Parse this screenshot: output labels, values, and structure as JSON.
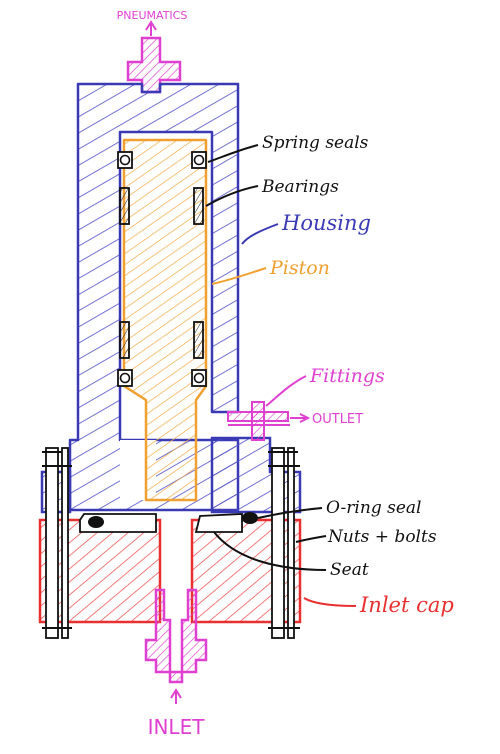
{
  "colors": {
    "housing": "#3a3ab4",
    "piston": "#f0a030",
    "pneumatic": "#e040d0",
    "inlet_cap": "#e83030",
    "ink": "#111111",
    "hatch_housing": "#5050c8",
    "hatch_piston": "#f4b050",
    "hatch_inlet": "#ee5050"
  },
  "labels": {
    "pneumatics": "PNEUMATICS",
    "spring_seals": "Spring seals",
    "bearings": "Bearings",
    "housing": "Housing",
    "piston": "Piston",
    "fittings": "Fittings",
    "outlet": "OUTLET",
    "oring_seal": "O-ring seal",
    "nuts_bolts": "Nuts + bolts",
    "seat": "Seat",
    "inlet_cap": "Inlet cap",
    "inlet": "INLET"
  }
}
